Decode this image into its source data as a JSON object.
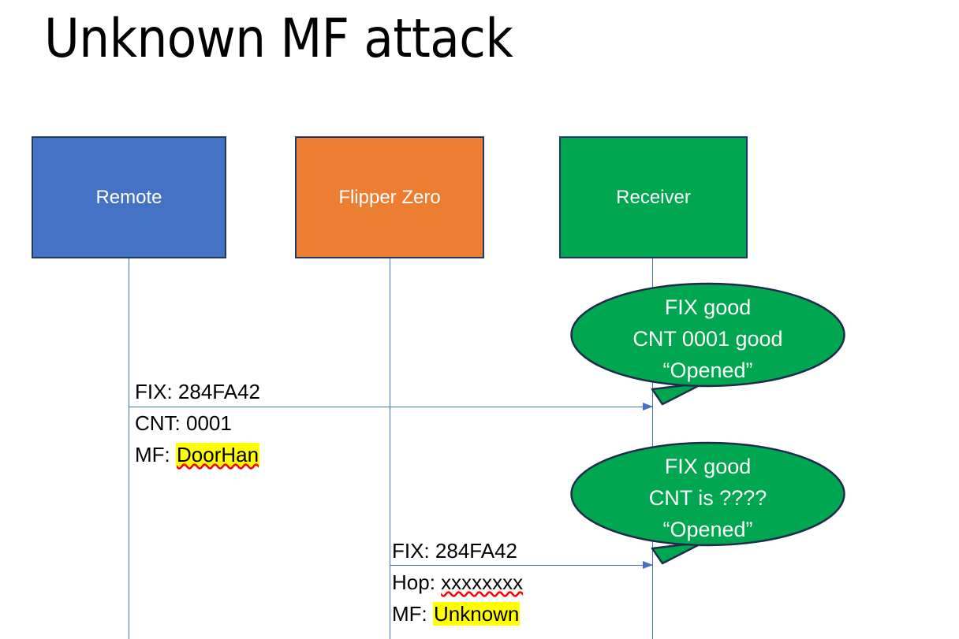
{
  "slide": {
    "title": "Unknown MF attack",
    "background_color": "#FFFFFF"
  },
  "colors": {
    "remote_fill": "#4472C4",
    "flipper_fill": "#ED7D31",
    "receiver_fill": "#00A650",
    "box_border": "#1F3864",
    "lifeline": "#4472C4",
    "arrow": "#4472C4",
    "callout_fill": "#00A650",
    "callout_border": "#1F2B4D",
    "highlight": "#FFFF00",
    "spellcheck_underline": "#FF0000",
    "text_light": "#FFFFFF",
    "text_dark": "#000000"
  },
  "actors": [
    {
      "id": "remote",
      "label": "Remote",
      "fill": "#4472C4"
    },
    {
      "id": "flipper",
      "label": "Flipper Zero",
      "fill": "#ED7D31"
    },
    {
      "id": "receiver",
      "label": "Receiver",
      "fill": "#00A650"
    }
  ],
  "messages": [
    {
      "id": "msg-1",
      "from": "remote",
      "to": "receiver",
      "lines": [
        {
          "label": "FIX: ",
          "value": "284FA42",
          "highlight": false,
          "spellcheck": false
        },
        {
          "label": "CNT: ",
          "value": "0001",
          "highlight": false,
          "spellcheck": false
        },
        {
          "label": "MF: ",
          "value": "DoorHan",
          "highlight": true,
          "spellcheck": true
        }
      ]
    },
    {
      "id": "msg-2",
      "from": "flipper",
      "to": "receiver",
      "lines": [
        {
          "label": "FIX: ",
          "value": "284FA42",
          "highlight": false,
          "spellcheck": false
        },
        {
          "label": "Hop: ",
          "value": "xxxxxxxx",
          "highlight": false,
          "spellcheck": true
        },
        {
          "label": "MF: ",
          "value": "Unknown",
          "highlight": true,
          "spellcheck": false
        }
      ]
    }
  ],
  "callouts": [
    {
      "id": "callout-1",
      "anchor": "receiver",
      "lines": [
        "FIX good",
        "CNT 0001 good",
        "“Opened”"
      ]
    },
    {
      "id": "callout-2",
      "anchor": "receiver",
      "lines": [
        "FIX good",
        "CNT is ????",
        "“Opened”"
      ]
    }
  ]
}
